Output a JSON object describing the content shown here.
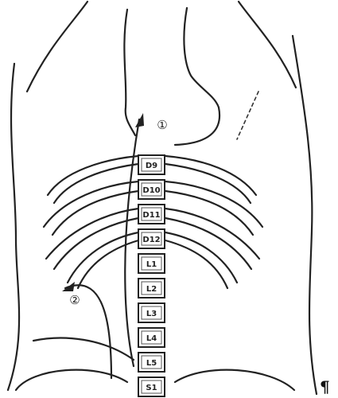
{
  "vertebrae": [
    "D9",
    "D10",
    "D11",
    "D12",
    "L1",
    "L2",
    "L3",
    "L4",
    "L5",
    "S1"
  ],
  "markers": {
    "one": "①",
    "two": "②"
  },
  "corner_symbol": "¶"
}
